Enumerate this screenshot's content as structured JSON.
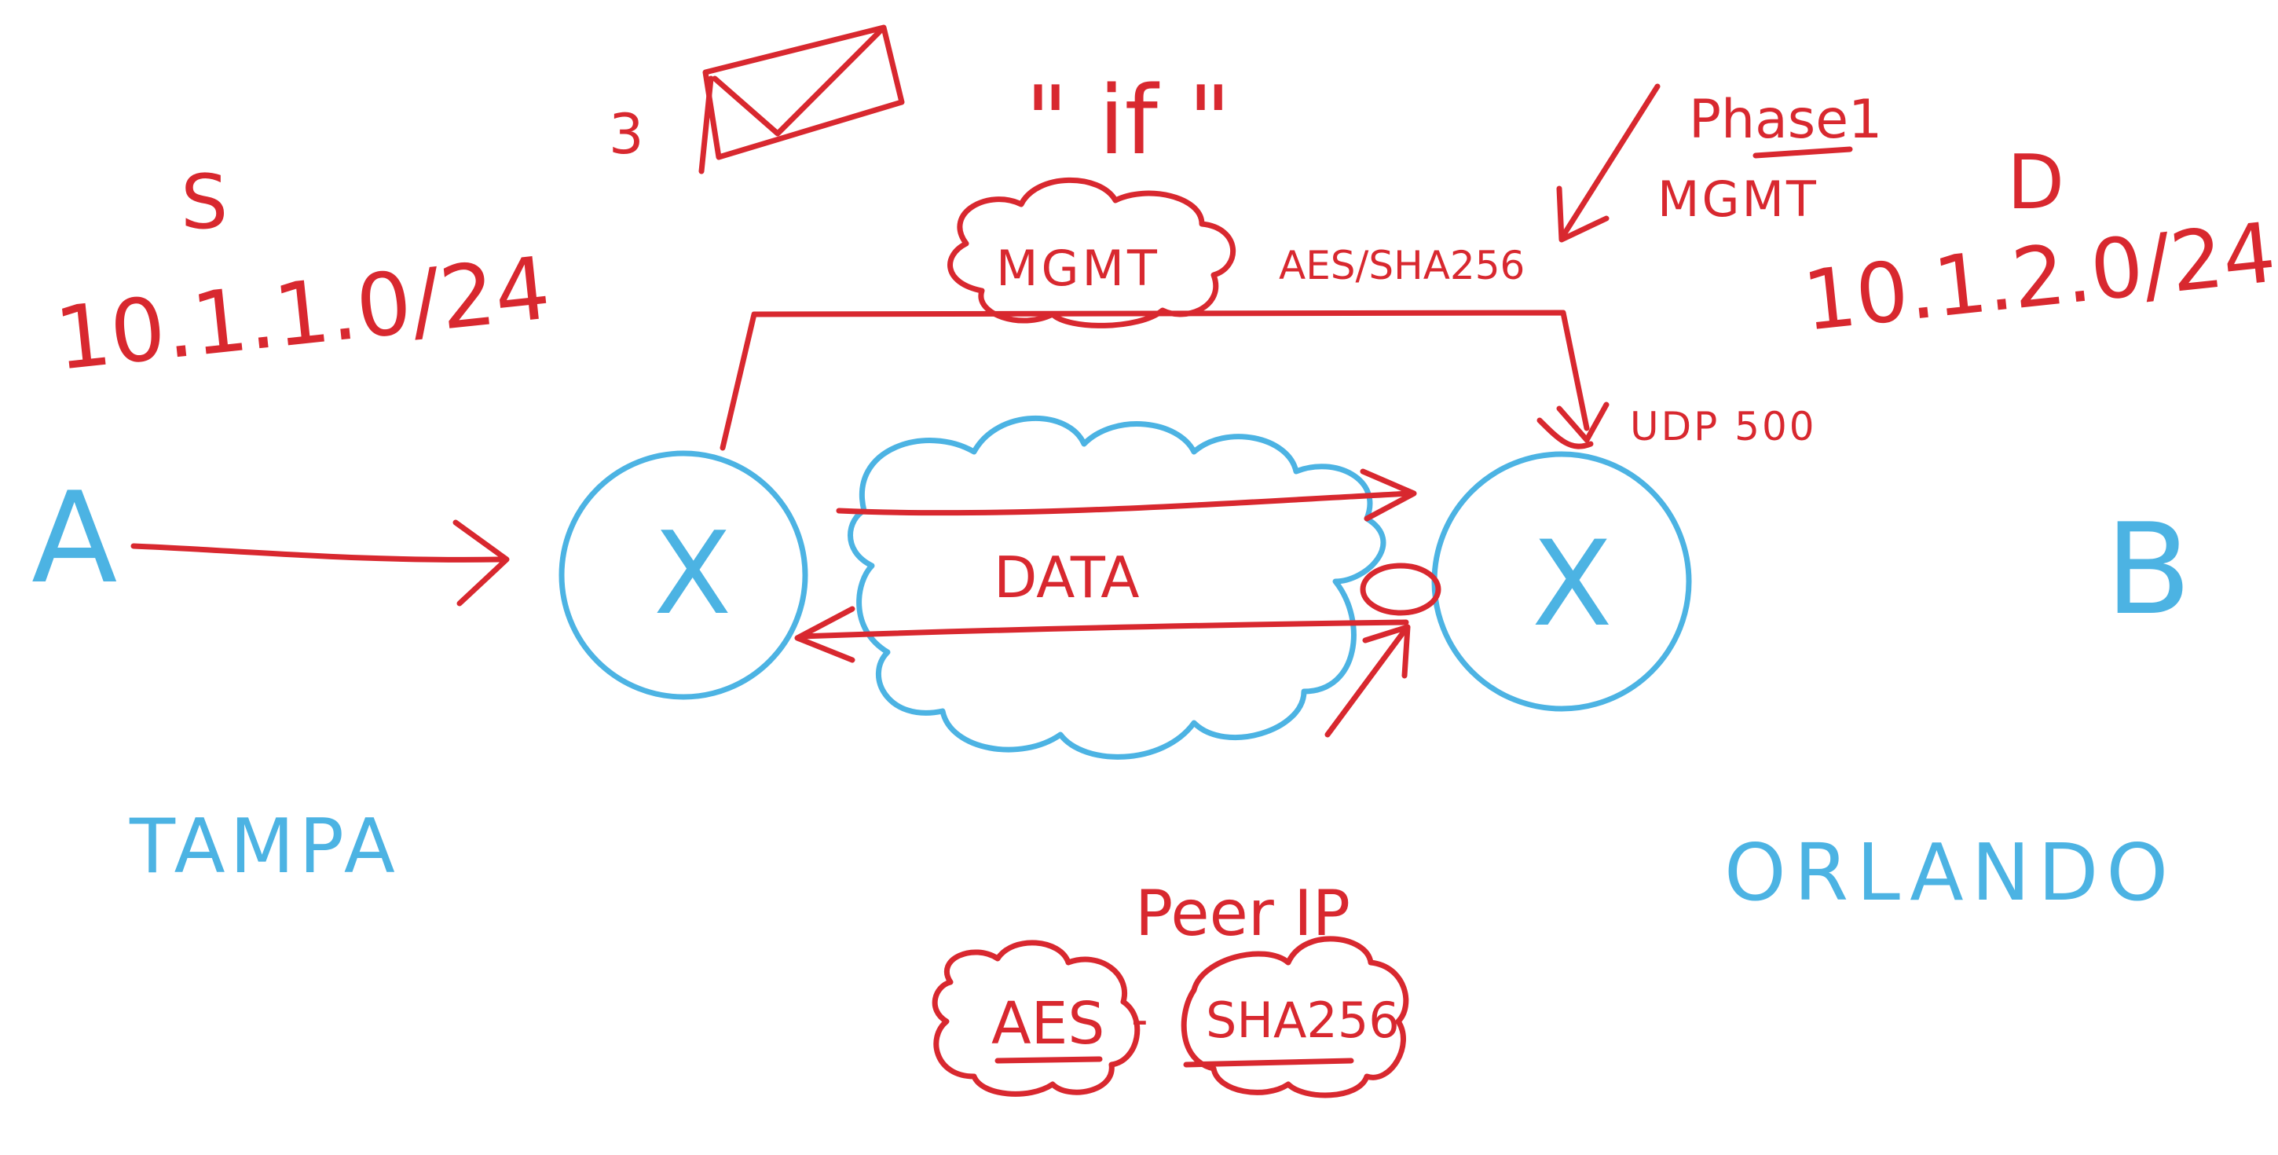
{
  "colors": {
    "red": "#d8282f",
    "blue": "#4cb3e3"
  },
  "left_site": {
    "letter": "S",
    "subnet": "10.1.1.0/24",
    "host": "A",
    "city": "TAMPA"
  },
  "right_site": {
    "letter": "D",
    "subnet": "10.1.2.0/24",
    "host": "B",
    "city": "ORLANDO"
  },
  "router_symbol": "X",
  "top": {
    "number": "3",
    "quote": "\" if \"",
    "mgmt": "MGMT",
    "algos": "AES/SHA256",
    "phase": "Phase1",
    "phase_sub": "MGMT",
    "udp": "UDP 500"
  },
  "tunnel": {
    "label": "DATA"
  },
  "bottom": {
    "peer": "Peer IP",
    "cipher": "AES",
    "dash": "-",
    "hash": "SHA256"
  }
}
